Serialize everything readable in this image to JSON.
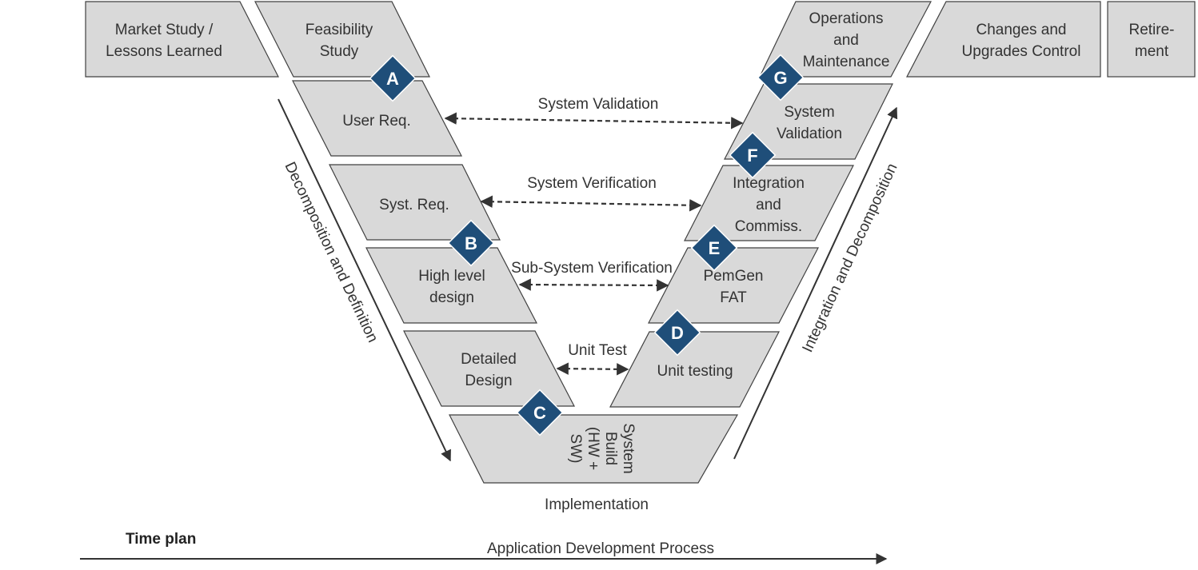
{
  "phases": {
    "market_study": [
      "Market Study /",
      "Lessons Learned"
    ],
    "feasibility": [
      "Feasibility",
      "Study"
    ],
    "operations": [
      "Operations",
      "and",
      "Maintenance"
    ],
    "changes": [
      "Changes and",
      "Upgrades Control"
    ],
    "retirement": [
      "Retire-",
      "ment"
    ]
  },
  "left_leg": {
    "user_req": [
      "User Req."
    ],
    "syst_req": [
      "Syst. Req."
    ],
    "high_level": [
      "High level",
      "design"
    ],
    "detailed": [
      "Detailed",
      "Design"
    ]
  },
  "bottom": {
    "system_build": [
      "System",
      "Build",
      "(HW +",
      "SW)"
    ],
    "implementation": "Implementation"
  },
  "right_leg": {
    "system_validation": [
      "System",
      "Validation"
    ],
    "integration": [
      "Integration",
      "and",
      "Commiss."
    ],
    "pemgen": [
      "PemGen",
      "FAT"
    ],
    "unit_testing": [
      "Unit testing"
    ]
  },
  "links": {
    "system_validation": "System Validation",
    "system_verification": "System Verification",
    "subsystem_verification": "Sub-System Verification",
    "unit_test": "Unit Test"
  },
  "axes": {
    "left": "Decomposition and Definition",
    "right": "Integration and Decomposition",
    "time_plan": "Time plan",
    "process": "Application Development Process"
  },
  "milestones": {
    "a": "A",
    "b": "B",
    "c": "C",
    "d": "D",
    "e": "E",
    "f": "F",
    "g": "G"
  },
  "colors": {
    "box_fill": "#d9d9d9",
    "milestone": "#1f4e79"
  }
}
